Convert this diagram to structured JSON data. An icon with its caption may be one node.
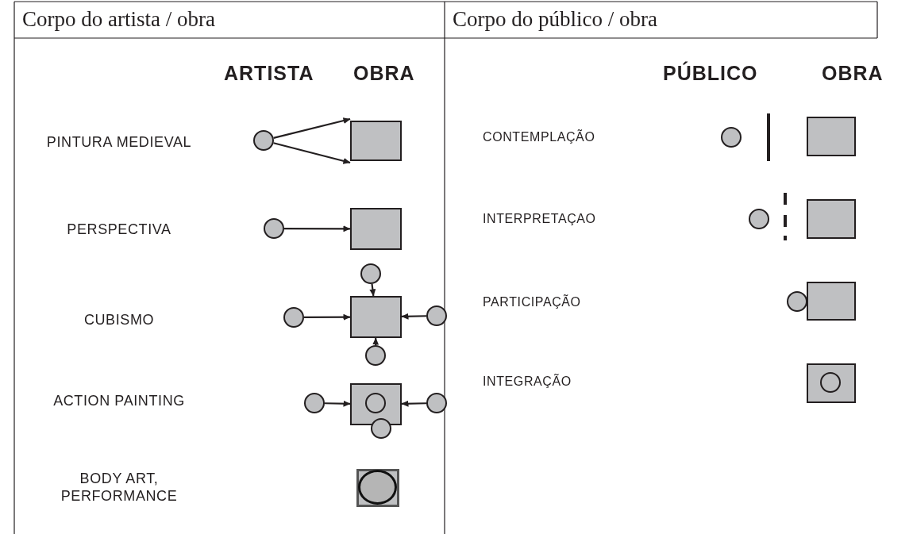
{
  "diagram": {
    "nodes": [
      {
        "text": [],
        "shape": "circle"
      },
      {
        "text": [],
        "shape": "box"
      },
      {
        "text": [],
        "shape": "circle"
      },
      {
        "text": [],
        "shape": "box"
      },
      {
        "text": [],
        "shape": "circle"
      },
      {
        "text": [],
        "shape": "circle"
      },
      {
        "text": [],
        "shape": "box"
      },
      {
        "text": [],
        "shape": "circle"
      },
      {
        "text": [],
        "shape": "circle"
      },
      {
        "text": [],
        "shape": "circle"
      },
      {
        "text": [],
        "shape": "box"
      },
      {
        "text": [],
        "shape": "circle",
        "in": 10
      },
      {
        "text": [],
        "shape": "circle"
      },
      {
        "text": [],
        "shape": "circle"
      },
      {
        "text": [],
        "shape": "box"
      },
      {
        "text": [],
        "shape": "circle",
        "in": 14
      },
      {
        "text": [],
        "shape": "circle"
      },
      {
        "text": [],
        "shape": "box"
      },
      {
        "text": [],
        "shape": "circle"
      },
      {
        "text": [],
        "shape": "box"
      },
      {
        "text": [],
        "shape": "circle"
      },
      {
        "text": [],
        "shape": "box"
      },
      {
        "text": [],
        "shape": "box"
      },
      {
        "text": [],
        "shape": "circle",
        "in": 22
      }
    ],
    "edges": [
      {
        "from": 0,
        "to": 1,
        "arrow": "to"
      },
      {
        "from": 0,
        "to": 1,
        "arrow": "to"
      },
      {
        "from": 2,
        "to": 3,
        "arrow": "to"
      },
      {
        "from": 4,
        "to": 6,
        "arrow": "to"
      },
      {
        "from": 5,
        "to": 6,
        "arrow": "to"
      },
      {
        "from": 7,
        "to": 6,
        "arrow": "to"
      },
      {
        "from": 8,
        "to": 6,
        "arrow": "to"
      },
      {
        "from": 9,
        "to": 10,
        "arrow": "to"
      },
      {
        "from": 13,
        "to": 10,
        "arrow": "to"
      }
    ],
    "labels": [
      "Corpo do artista / obra",
      "Corpo do público / obra",
      "ARTISTA",
      "OBRA",
      "PINTURA MEDIEVAL",
      "PERSPECTIVA",
      "CUBISMO",
      "ACTION PAINTING",
      "BODY ART, PERFORMANCE",
      "PÚBLICO",
      "OBRA",
      "CONTEMPLAÇÃO",
      "INTERPRETAÇAO",
      "PARTICIPAÇÃO",
      "INTEGRAÇÃO"
    ]
  }
}
